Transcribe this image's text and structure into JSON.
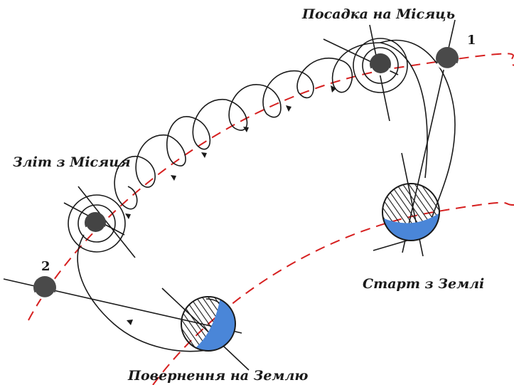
{
  "labels": {
    "landing": "Посадка на Місяць",
    "liftoff": "Зліт з Місяця",
    "launch": "Старт з Землі",
    "return": "Повернення на Землю",
    "pos1": "1",
    "pos2": "2"
  },
  "colors": {
    "ink": "#1a1a1a",
    "orbit": "#d62020",
    "earth_water": "#4a86d8",
    "moon": "#555555"
  },
  "icons": [
    "earth-icon",
    "moon-icon"
  ]
}
